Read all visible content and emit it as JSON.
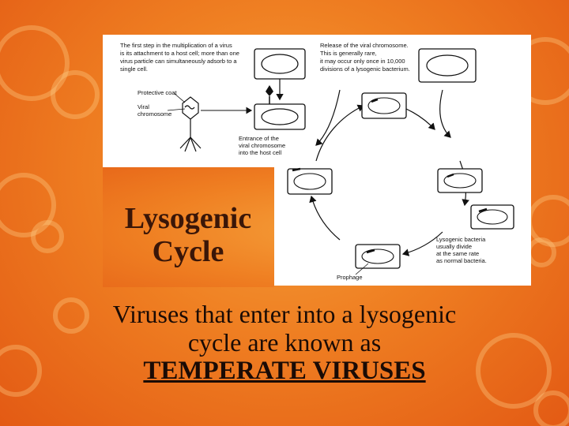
{
  "slide": {
    "title_line1": "Lysogenic",
    "title_line2": "Cycle",
    "body_line1": "Viruses that enter into a lysogenic",
    "body_line2": "cycle are known as",
    "emphasis": "TEMPERATE VIRUSES"
  },
  "diagram": {
    "step1_lines": [
      "The first step in the multiplication of a virus",
      "is its attachment to a host cell; more than one",
      "virus particle can simultaneously adsorb to a",
      "single cell."
    ],
    "release_lines": [
      "Release of the viral chromosome.",
      "This is generally rare,",
      "it may occur only once in 10,000",
      "divisions of a lysogenic bacterium."
    ],
    "protective_coat": "Protective coat",
    "viral_chromosome_lines": [
      "Viral",
      "chromosome"
    ],
    "entrance_lines": [
      "Entrance of the",
      "viral chromosome",
      "into the host cell"
    ],
    "lysogenic_lines": [
      "Lysogenic bacteria",
      "usually divide",
      "at the same rate",
      "as normal bacteria."
    ],
    "prophage": "Prophage"
  },
  "colors": {
    "background_center": "#f5a03a",
    "background_edge": "#e35a14",
    "title_color": "#3a1608"
  }
}
